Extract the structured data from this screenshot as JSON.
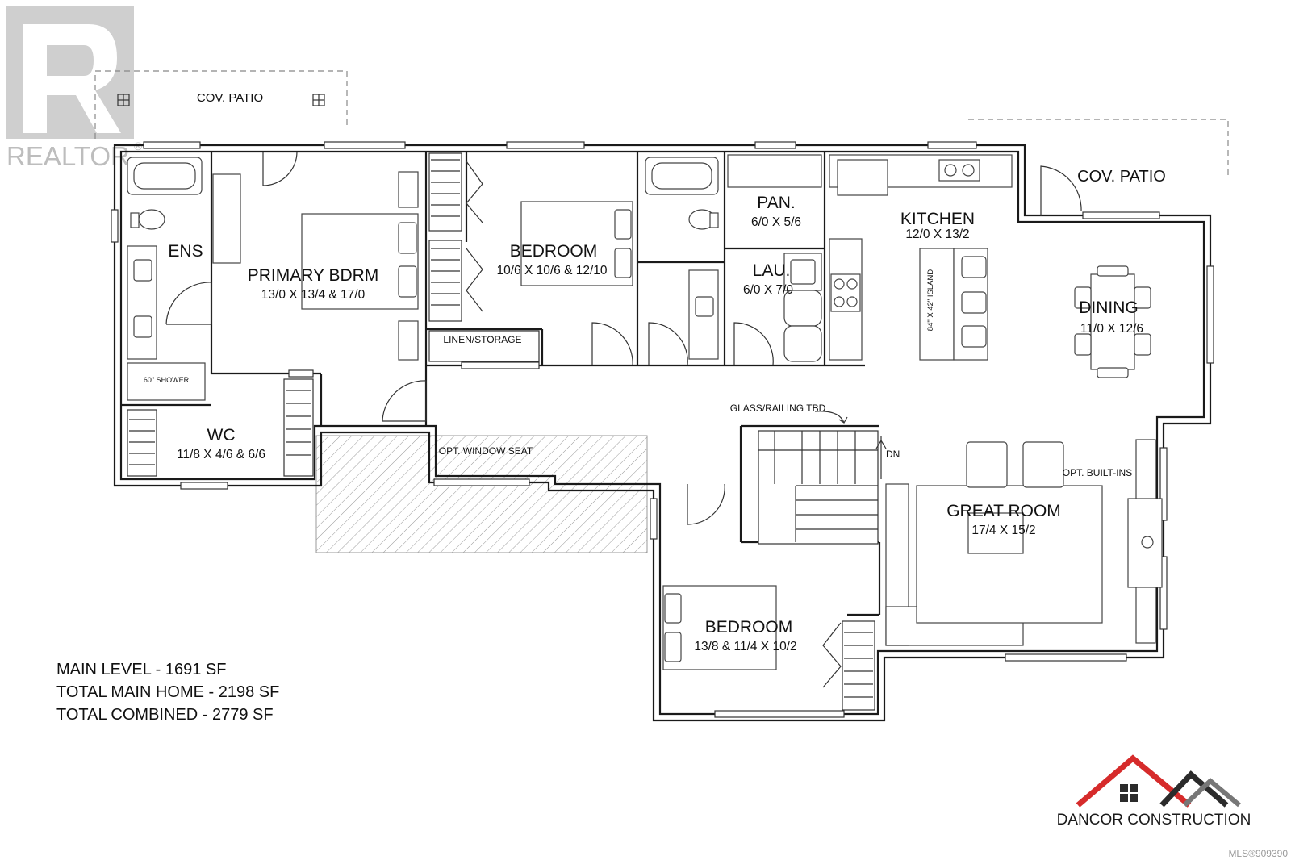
{
  "watermark": {
    "realtor_label": "REALTOR",
    "registered_mark": "®",
    "mls_number": "MLS®909390"
  },
  "rooms": {
    "ens": {
      "name": "ENS"
    },
    "primary_bedroom": {
      "name": "PRIMARY BDRM",
      "dims": "13/0 X 13/4 & 17/0"
    },
    "bedroom_1": {
      "name": "BEDROOM",
      "dims": "10/6 X 10/6 & 12/10"
    },
    "pantry": {
      "name": "PAN.",
      "dims": "6/0 X 5/6"
    },
    "laundry": {
      "name": "LAU.",
      "dims": "6/0 X 7/0"
    },
    "kitchen": {
      "name": "KITCHEN",
      "dims": "12/0 X 13/2"
    },
    "dining": {
      "name": "DINING",
      "dims": "11/0 X 12/6"
    },
    "walk_in_closet": {
      "name": "WC",
      "dims": "11/8 X 4/6 & 6/6"
    },
    "great_room": {
      "name": "GREAT ROOM",
      "dims": "17/4 X 15/2"
    },
    "bedroom_2": {
      "name": "BEDROOM",
      "dims": "13/8 & 11/4 X 10/2"
    }
  },
  "labels": {
    "covered_patio_top": "COV. PATIO",
    "covered_patio_right": "COV. PATIO",
    "linen_storage": "LINEN/STORAGE",
    "shower": "60\" SHOWER",
    "window_seat": "OPT. WINDOW SEAT",
    "railing_note": "GLASS/RAILING TBD",
    "stairs_down": "DN",
    "built_ins": "OPT. BUILT-INS",
    "island": "84\" X 42\" ISLAND"
  },
  "square_footage": [
    "MAIN LEVEL - 1691 SF",
    "TOTAL MAIN HOME - 2198 SF",
    "TOTAL COMBINED - 2779 SF"
  ],
  "brand": {
    "name": "DANCOR CONSTRUCTION",
    "accent_color": "#d62b2b",
    "dark_color": "#2b2b2b"
  }
}
